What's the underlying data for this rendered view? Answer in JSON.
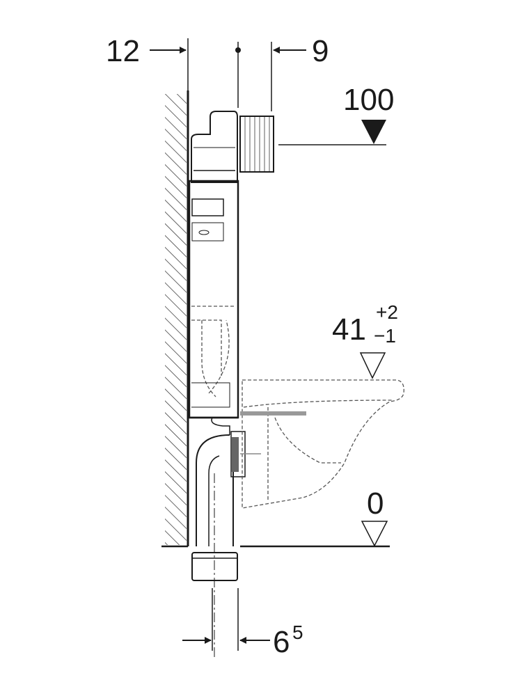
{
  "dimensions": {
    "left_wall_offset": "12",
    "right_offset": "9",
    "top_height": "100",
    "seat_height": "41",
    "seat_tolerance_plus": "+2",
    "seat_tolerance_minus": "−1",
    "floor_level": "0",
    "pipe_offset_main": "6",
    "pipe_offset_sup": "5"
  },
  "colors": {
    "line": "#1a1a1a",
    "dashed": "#555555"
  }
}
